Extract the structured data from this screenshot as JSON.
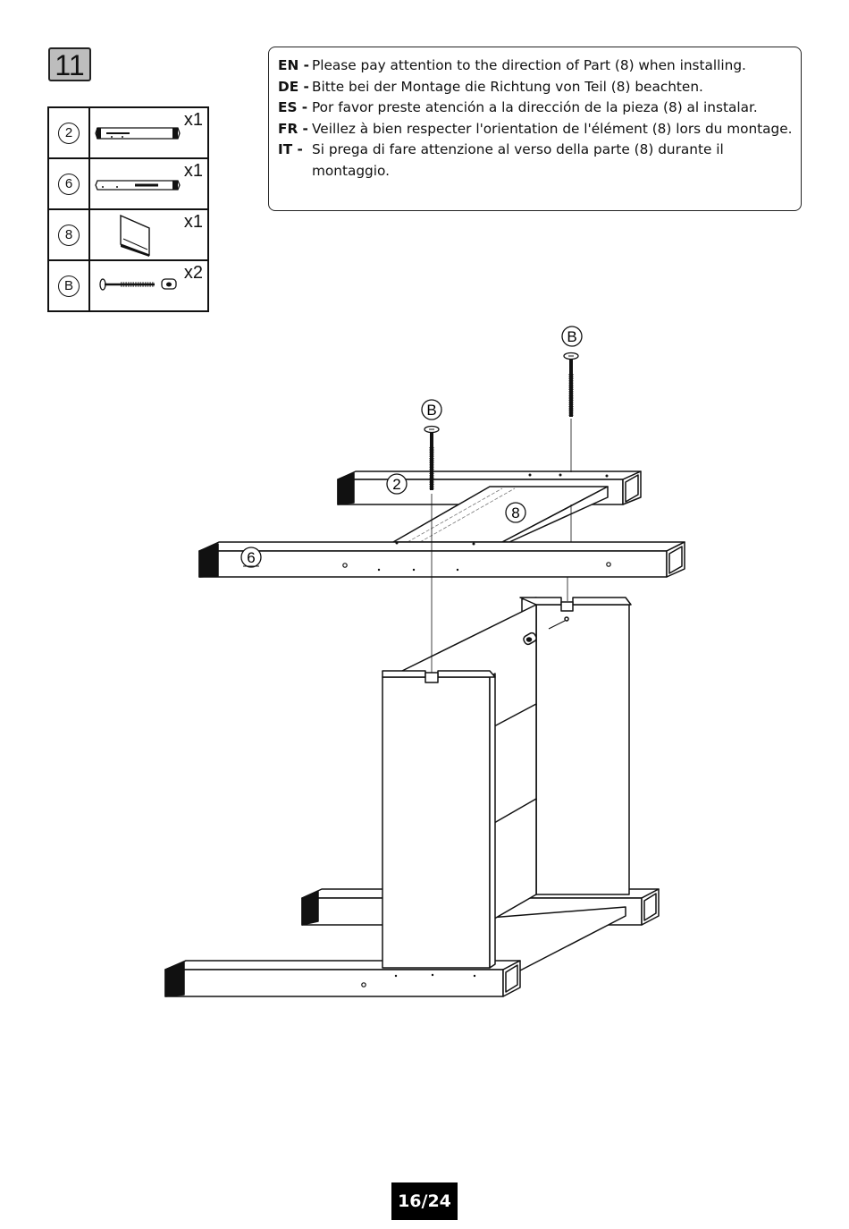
{
  "step": {
    "number": "11"
  },
  "parts": [
    {
      "id": "2",
      "qty": "x1",
      "icon": "rail-part-icon"
    },
    {
      "id": "6",
      "qty": "x1",
      "icon": "rail-part-icon"
    },
    {
      "id": "8",
      "qty": "x1",
      "icon": "panel-part-icon"
    },
    {
      "id": "B",
      "qty": "x2",
      "icon": "bolt-and-barrel-nut-icon"
    }
  ],
  "instructions": [
    {
      "lang": "EN -",
      "text": "Please pay attention to the direction of Part (8) when installing."
    },
    {
      "lang": "DE -",
      "text": "Bitte bei der Montage die Richtung von Teil (8) beachten."
    },
    {
      "lang": "ES  -",
      "text": "Por favor preste atención a la dirección de la pieza (8) al instalar."
    },
    {
      "lang": "FR -",
      "text": "Veillez à bien respecter l'orientation de l'élément (8) lors du montage."
    },
    {
      "lang": "IT  -",
      "text": "Si prega di fare attenzione al verso della parte (8) durante il montaggio."
    }
  ],
  "diagram": {
    "labels": {
      "part2": "2",
      "part6": "6",
      "part8": "8",
      "boltLeft": "B",
      "boltRight": "B"
    }
  },
  "page": {
    "number": "16/24"
  }
}
